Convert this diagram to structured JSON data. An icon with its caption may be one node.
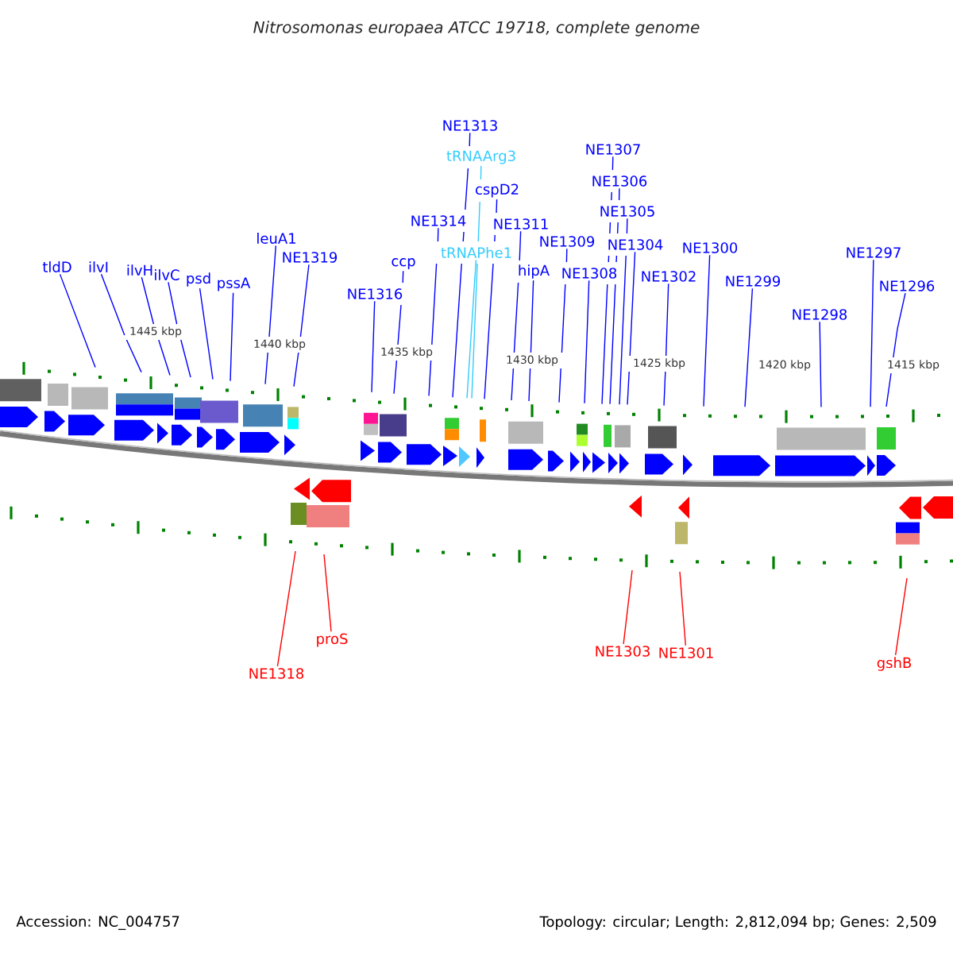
{
  "diagram": {
    "title": "Nitrosomonas europaea ATCC 19718, complete genome",
    "nodes": [
      {
        "text": [
          "tldD"
        ]
      },
      {
        "text": [
          "ilvI"
        ]
      },
      {
        "text": [
          "ilvH"
        ]
      },
      {
        "text": [
          "ilvC"
        ]
      },
      {
        "text": [
          "psd"
        ]
      },
      {
        "text": [
          "pssA"
        ]
      },
      {
        "text": [
          "leuA1"
        ]
      },
      {
        "text": [
          "NE1319"
        ]
      },
      {
        "text": [
          "NE1316"
        ]
      },
      {
        "text": [
          "ccp"
        ]
      },
      {
        "text": [
          "NE1314"
        ]
      },
      {
        "text": [
          "NE1313"
        ]
      },
      {
        "text": [
          "tRNAArg3"
        ]
      },
      {
        "text": [
          "tRNAPhe1"
        ]
      },
      {
        "text": [
          "cspD2"
        ]
      },
      {
        "text": [
          "NE1311"
        ]
      },
      {
        "text": [
          "hipA"
        ]
      },
      {
        "text": [
          "NE1309"
        ]
      },
      {
        "text": [
          "NE1308"
        ]
      },
      {
        "text": [
          "NE1307"
        ]
      },
      {
        "text": [
          "NE1306"
        ]
      },
      {
        "text": [
          "NE1305"
        ]
      },
      {
        "text": [
          "NE1304"
        ]
      },
      {
        "text": [
          "NE1302"
        ]
      },
      {
        "text": [
          "NE1300"
        ]
      },
      {
        "text": [
          "NE1299"
        ]
      },
      {
        "text": [
          "NE1298"
        ]
      },
      {
        "text": [
          "NE1297"
        ]
      },
      {
        "text": [
          "NE1296"
        ]
      },
      {
        "text": [
          "NE1318"
        ]
      },
      {
        "text": [
          "proS"
        ]
      },
      {
        "text": [
          "NE1303"
        ]
      },
      {
        "text": [
          "NE1301"
        ]
      },
      {
        "text": [
          "gshB"
        ]
      }
    ],
    "edges": [
      {
        "from": 0,
        "to": null,
        "arrow": "none"
      },
      {
        "from": 1,
        "to": null,
        "arrow": "none"
      },
      {
        "from": 2,
        "to": null,
        "arrow": "none"
      },
      {
        "from": 3,
        "to": null,
        "arrow": "none"
      },
      {
        "from": 4,
        "to": null,
        "arrow": "none"
      },
      {
        "from": 5,
        "to": null,
        "arrow": "none"
      },
      {
        "from": 6,
        "to": null,
        "arrow": "none"
      },
      {
        "from": 7,
        "to": null,
        "arrow": "none"
      },
      {
        "from": 8,
        "to": null,
        "arrow": "none"
      },
      {
        "from": 9,
        "to": null,
        "arrow": "none"
      },
      {
        "from": 10,
        "to": null,
        "arrow": "none"
      },
      {
        "from": 11,
        "to": null,
        "arrow": "none"
      },
      {
        "from": 12,
        "to": null,
        "arrow": "none",
        "color": "#33ccff"
      },
      {
        "from": 13,
        "to": null,
        "arrow": "none",
        "color": "#33ccff"
      },
      {
        "from": 14,
        "to": null,
        "arrow": "none"
      },
      {
        "from": 15,
        "to": null,
        "arrow": "none"
      },
      {
        "from": 16,
        "to": null,
        "arrow": "none"
      },
      {
        "from": 17,
        "to": null,
        "arrow": "none"
      },
      {
        "from": 18,
        "to": null,
        "arrow": "none"
      },
      {
        "from": 19,
        "to": null,
        "arrow": "none"
      },
      {
        "from": 20,
        "to": null,
        "arrow": "none"
      },
      {
        "from": 21,
        "to": null,
        "arrow": "none"
      },
      {
        "from": 22,
        "to": null,
        "arrow": "none"
      },
      {
        "from": 23,
        "to": null,
        "arrow": "none"
      },
      {
        "from": 24,
        "to": null,
        "arrow": "none"
      },
      {
        "from": 25,
        "to": null,
        "arrow": "none"
      },
      {
        "from": 26,
        "to": null,
        "arrow": "none"
      },
      {
        "from": 27,
        "to": null,
        "arrow": "none"
      },
      {
        "from": 28,
        "to": null,
        "arrow": "none"
      },
      {
        "from": 29,
        "to": null,
        "arrow": "none",
        "color": "#ff0000"
      },
      {
        "from": 30,
        "to": null,
        "arrow": "none",
        "color": "#ff0000"
      },
      {
        "from": 31,
        "to": null,
        "arrow": "none",
        "color": "#ff0000"
      },
      {
        "from": 32,
        "to": null,
        "arrow": "none",
        "color": "#ff0000"
      },
      {
        "from": 33,
        "to": null,
        "arrow": "none",
        "color": "#ff0000"
      }
    ],
    "labels": [
      "1445 kbp",
      "1440 kbp",
      "1435 kbp",
      "1430 kbp",
      "1425 kbp",
      "1420 kbp",
      "1415 kbp",
      "Accession: NC_004757",
      "Topology: circular; Length: 2,812,094 bp; Genes: 2,509"
    ]
  }
}
